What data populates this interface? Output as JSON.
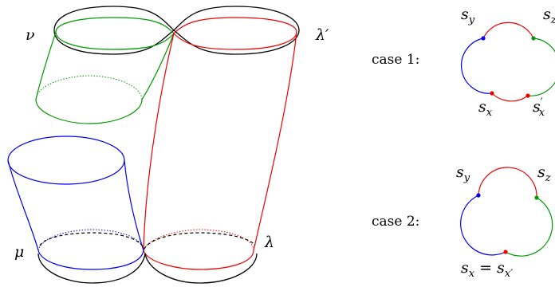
{
  "labels": {
    "nu": "ν",
    "lambda_prime": "λ′",
    "mu": "μ",
    "lambda": "λ"
  },
  "cases": [
    {
      "label": "case 1:",
      "s_y": "s",
      "s_y_sub": "y",
      "s_z": "s",
      "s_z_sub": "z",
      "s_x": "s",
      "s_x_sub": "x",
      "s_xp": "s",
      "s_xp_prime": "′",
      "s_xp_sub": "x"
    },
    {
      "label": "case 2:",
      "s_y": "s",
      "s_y_sub": "y",
      "s_z": "s",
      "s_z_sub": "z",
      "eq_left": "s",
      "eq_left_sub": "x",
      "eq_sign": " = ",
      "eq_right": "s",
      "eq_right_sub": "x′"
    }
  ],
  "colors": {
    "green": "#009900",
    "red": "#ee0000",
    "blue": "#0000ee",
    "black": "#000000"
  }
}
